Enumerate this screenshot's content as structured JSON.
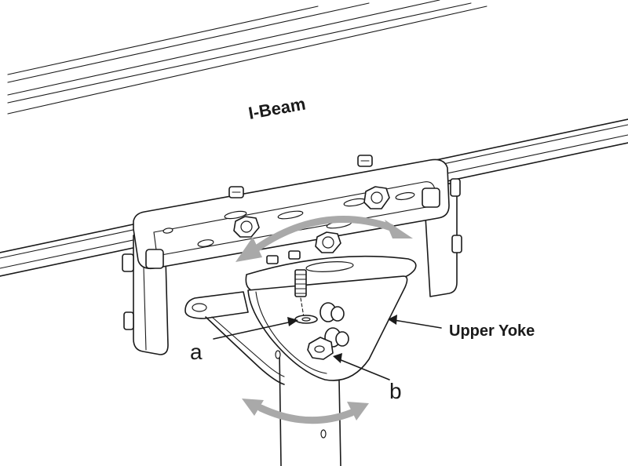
{
  "labels": {
    "beam": "I-Beam",
    "upper_yoke": "Upper Yoke",
    "callout_a": "a",
    "callout_b": "b"
  },
  "colors": {
    "line": "#1a1a1a",
    "beam_label": "#8c8c8c",
    "rotation_arrows": "#a9a9a9",
    "background": "#ffffff"
  },
  "icons": {
    "rotation_arrows": "double-headed-curved-arrow",
    "callouts": "leader-arrow"
  }
}
